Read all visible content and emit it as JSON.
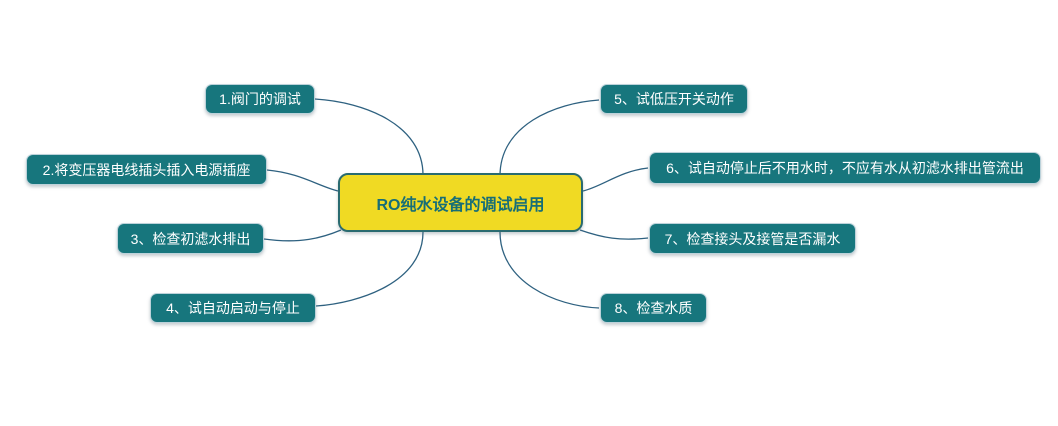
{
  "diagram": {
    "type": "mindmap",
    "title": "RO纯水设备的调试启用",
    "colors": {
      "background": "#ffffff",
      "center_fill": "#f0da23",
      "center_border": "#2a6b70",
      "center_text": "#176e77",
      "branch_fill": "#17767d",
      "branch_text": "#ffffff",
      "connector_line": "#2e6180"
    },
    "branches": [
      {
        "id": 1,
        "side": "left",
        "label": "1.阀门的调试"
      },
      {
        "id": 2,
        "side": "left",
        "label": "2.将变压器电线插头插入电源插座"
      },
      {
        "id": 3,
        "side": "left",
        "label": "3、检查初滤水排出"
      },
      {
        "id": 4,
        "side": "left",
        "label": "4、试自动启动与停止"
      },
      {
        "id": 5,
        "side": "right",
        "label": "5、试低压开关动作"
      },
      {
        "id": 6,
        "side": "right",
        "label": "6、试自动停止后不用水时，不应有水从初滤水排出管流出"
      },
      {
        "id": 7,
        "side": "right",
        "label": "7、检查接头及接管是否漏水"
      },
      {
        "id": 8,
        "side": "right",
        "label": "8、检查水质"
      }
    ]
  }
}
